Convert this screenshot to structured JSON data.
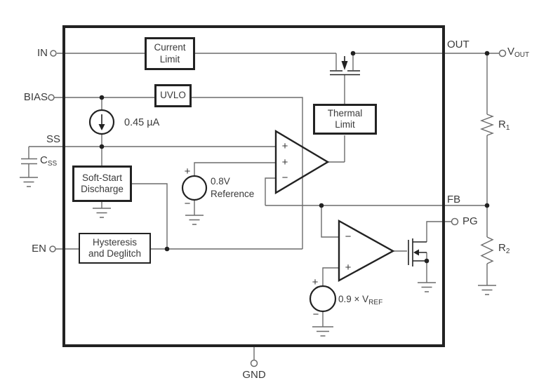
{
  "figure": "ldo-regulator-functional-block-diagram",
  "colors": {
    "wire": "#6b6b6b",
    "ink": "#222222",
    "text": "#3a3a3a",
    "background": "#ffffff"
  },
  "labels": {
    "in": "IN",
    "bias": "BIAS",
    "ss": "SS",
    "en": "EN",
    "out": "OUT",
    "fb": "FB",
    "pg": "PG",
    "gnd": "GND",
    "vout": {
      "main": "V",
      "sub": "OUT"
    },
    "css": {
      "main": "C",
      "sub": "SS"
    },
    "r1": {
      "main": "R",
      "sub": "1"
    },
    "r2": {
      "main": "R",
      "sub": "2"
    },
    "current_source": "0.45 µA",
    "vref": {
      "line1": "0.8V",
      "line2": "Reference"
    },
    "pg_threshold": {
      "main": "0.9 × V",
      "sub": "REF"
    }
  },
  "blocks": {
    "current_limit": {
      "line1": "Current",
      "line2": "Limit"
    },
    "uvlo": {
      "line1": "UVLO"
    },
    "soft_start_discharge": {
      "line1": "Soft-Start",
      "line2": "Discharge"
    },
    "thermal_limit": {
      "line1": "Thermal",
      "line2": "Limit"
    },
    "hysteresis_deglitch": {
      "line1": "Hysteresis",
      "line2": "and Deglitch"
    }
  },
  "signs": {
    "plus": "+",
    "minus": "−"
  }
}
